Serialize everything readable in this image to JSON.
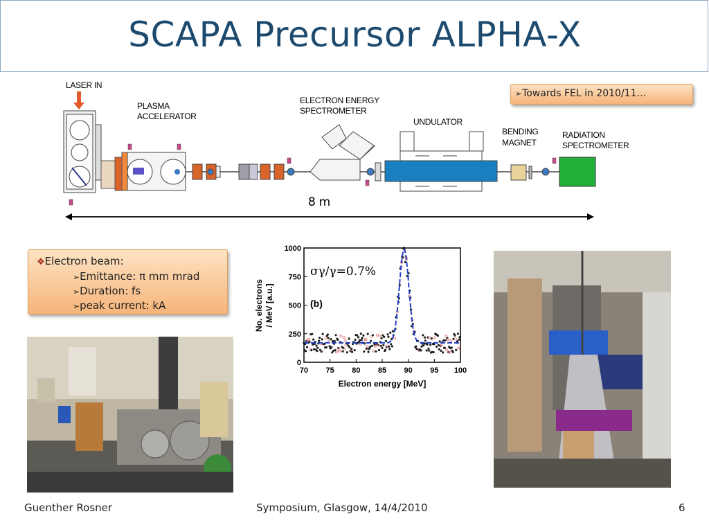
{
  "slide": {
    "title": "SCAPA Precursor ALPHA-X",
    "page_number": "6"
  },
  "diagram": {
    "labels": {
      "laser_in": "LASER IN",
      "plasma_line1": "PLASMA",
      "plasma_line2": "ACCELERATOR",
      "espec_line1": "ELECTRON ENERGY",
      "espec_line2": "SPECTROMETER",
      "undulator": "UNDULATOR",
      "bending_line1": "BENDING",
      "bending_line2": "MAGNET",
      "radiation_line1": "RADIATION",
      "radiation_line2": "SPECTROMETER",
      "length": "8 m"
    },
    "colors": {
      "undulator": "#1a7fc0",
      "radiation_spectrometer": "#22b03a",
      "magnets": "#d9642a",
      "laser_arrow": "#e05a2a"
    }
  },
  "callouts": {
    "fel": {
      "arrow": "➢",
      "text": "Towards FEL in 2010/11…"
    },
    "ebeam": {
      "bullet": "❖",
      "heading": "Electron beam:",
      "items": [
        {
          "arrow": "➢",
          "text": "Emittance: π mm mrad"
        },
        {
          "arrow": "➢",
          "text": "Duration: fs"
        },
        {
          "arrow": "➢",
          "text": "peak current: kA"
        }
      ]
    }
  },
  "chart_data": {
    "type": "scatter",
    "xlabel": "Electron energy [MeV]",
    "ylabel_line1": "No. electrons",
    "ylabel_line2": "/ MeV [a.u.]",
    "annotation": "σγ/γ=0.7%",
    "panel_label": "(b)",
    "xlim": [
      70,
      100
    ],
    "ylim": [
      0,
      1000
    ],
    "xticks": [
      70,
      75,
      80,
      85,
      90,
      95,
      100
    ],
    "yticks": [
      0,
      250,
      500,
      750,
      1000
    ],
    "fit_curve": {
      "baseline": 170,
      "peak_center": 89.2,
      "peak_height": 820,
      "sigma": 0.9,
      "baseline_range": [
        70,
        100
      ]
    },
    "colors": {
      "fit": "#1f3fc8",
      "points": "#222222",
      "open_points": "#e07a7a",
      "peak_line": "#2a2ab0"
    }
  },
  "photos": {
    "lab_left": "photo of plasma accelerator chamber",
    "lab_right": "photo of undulator beamline"
  },
  "footer": {
    "author": "Guenther Rosner",
    "event": "Symposium, Glasgow, 14/4/2010"
  }
}
